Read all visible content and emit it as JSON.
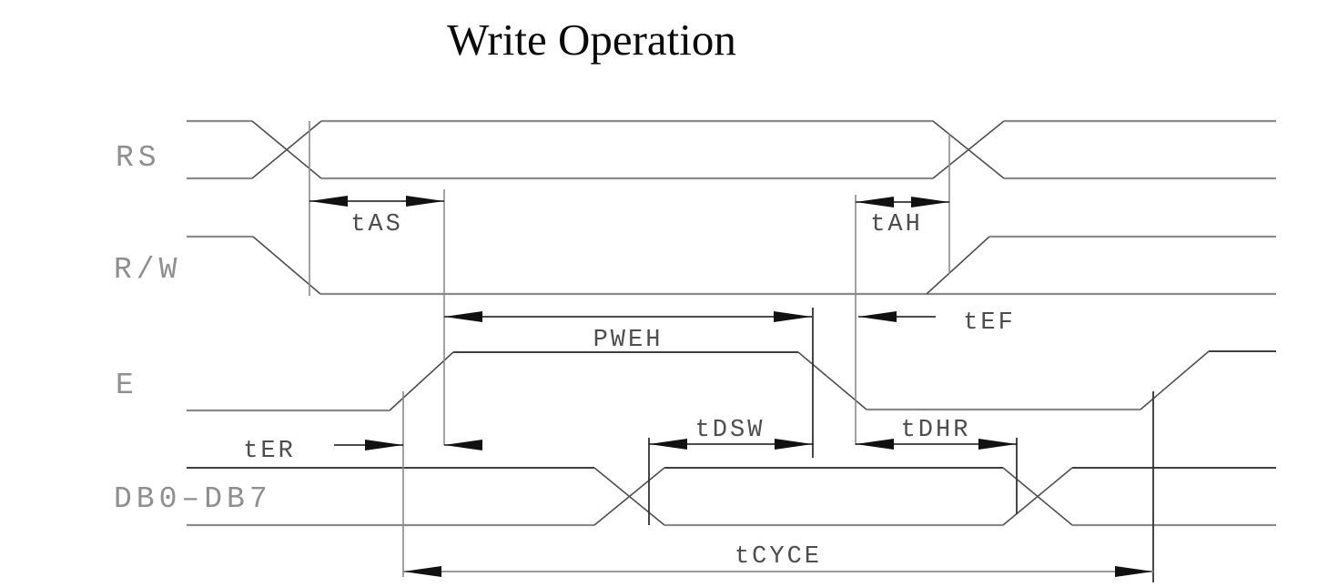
{
  "title": "Write Operation",
  "signals": [
    {
      "name": "RS"
    },
    {
      "name": "R/W"
    },
    {
      "name": "E"
    },
    {
      "name": "DB0–DB7"
    }
  ],
  "timing_parameters": [
    {
      "label": "tAS"
    },
    {
      "label": "tAH"
    },
    {
      "label": "PWEH"
    },
    {
      "label": "tEF"
    },
    {
      "label": "tER"
    },
    {
      "label": "tDSW"
    },
    {
      "label": "tDHR"
    },
    {
      "label": "tCYCE"
    }
  ],
  "colors": {
    "background": "#ffffff",
    "waveform_gray": "#8a8a8a",
    "edge_dark": "#4f4f4f",
    "dimension_black": "#111111",
    "signal_label_gray": "#8f8f8f",
    "dimension_label_gray": "#4d4d4d",
    "title_black": "#0a0a0a"
  }
}
